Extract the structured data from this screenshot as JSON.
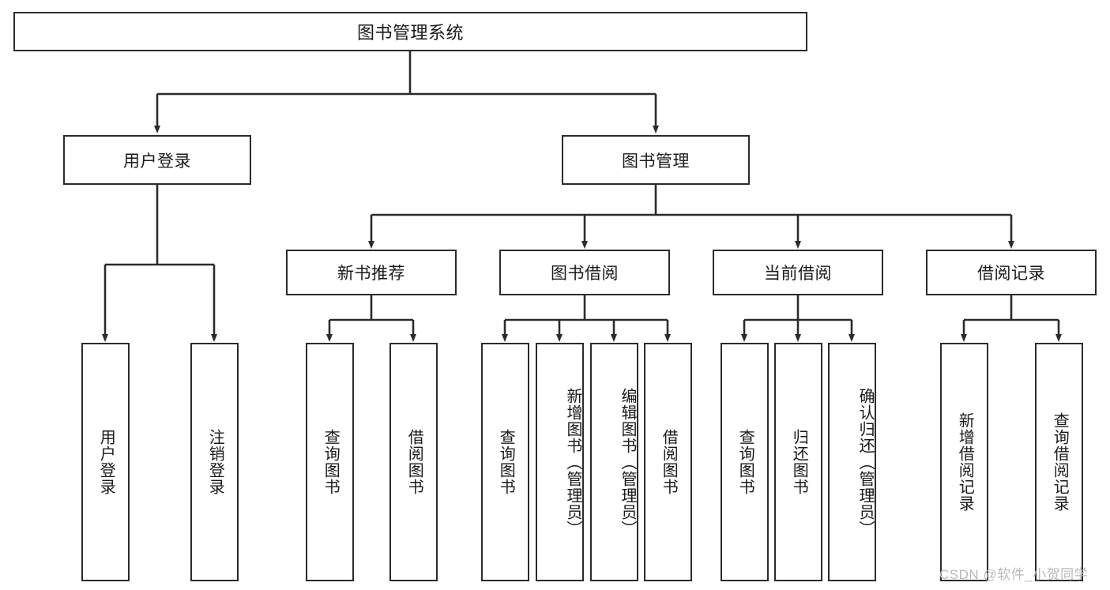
{
  "diagram": {
    "title": "图书管理系统",
    "type": "tree",
    "root": {
      "id": "root",
      "label": "图书管理系统"
    },
    "level2": [
      {
        "id": "user-login",
        "label": "用户登录"
      },
      {
        "id": "book-manage",
        "label": "图书管理"
      }
    ],
    "level3": [
      {
        "id": "new-book-rec",
        "label": "新书推荐",
        "parent": "book-manage"
      },
      {
        "id": "book-borrow",
        "label": "图书借阅",
        "parent": "book-manage"
      },
      {
        "id": "current-borrow",
        "label": "当前借阅",
        "parent": "book-manage"
      },
      {
        "id": "borrow-record",
        "label": "借阅记录",
        "parent": "book-manage"
      }
    ],
    "leaves": [
      {
        "id": "leaf-user-login",
        "label": "用户登录",
        "parent": "user-login"
      },
      {
        "id": "leaf-logout",
        "label": "注销登录",
        "parent": "user-login"
      },
      {
        "id": "leaf-query-book-1",
        "label": "查询图书",
        "parent": "new-book-rec"
      },
      {
        "id": "leaf-borrow-book-1",
        "label": "借阅图书",
        "parent": "new-book-rec"
      },
      {
        "id": "leaf-query-book-2",
        "label": "查询图书",
        "parent": "book-borrow"
      },
      {
        "id": "leaf-add-book",
        "label": "新增图书（管理员）",
        "parent": "book-borrow"
      },
      {
        "id": "leaf-edit-book",
        "label": "编辑图书（管理员）",
        "parent": "book-borrow"
      },
      {
        "id": "leaf-borrow-book-2",
        "label": "借阅图书",
        "parent": "book-borrow"
      },
      {
        "id": "leaf-query-book-3",
        "label": "查询图书",
        "parent": "current-borrow"
      },
      {
        "id": "leaf-return-book",
        "label": "归还图书",
        "parent": "current-borrow"
      },
      {
        "id": "leaf-confirm-return",
        "label": "确认归还（管理员）",
        "parent": "current-borrow"
      },
      {
        "id": "leaf-add-record",
        "label": "新增借阅记录",
        "parent": "borrow-record"
      },
      {
        "id": "leaf-query-record",
        "label": "查询借阅记录",
        "parent": "borrow-record"
      }
    ],
    "watermark": "CSDN @软件_小贺同学",
    "colors": {
      "stroke": "#2b2b2b",
      "fill": "#ffffff",
      "text": "#1a1a1a",
      "watermark": "#b9b9b9"
    }
  }
}
